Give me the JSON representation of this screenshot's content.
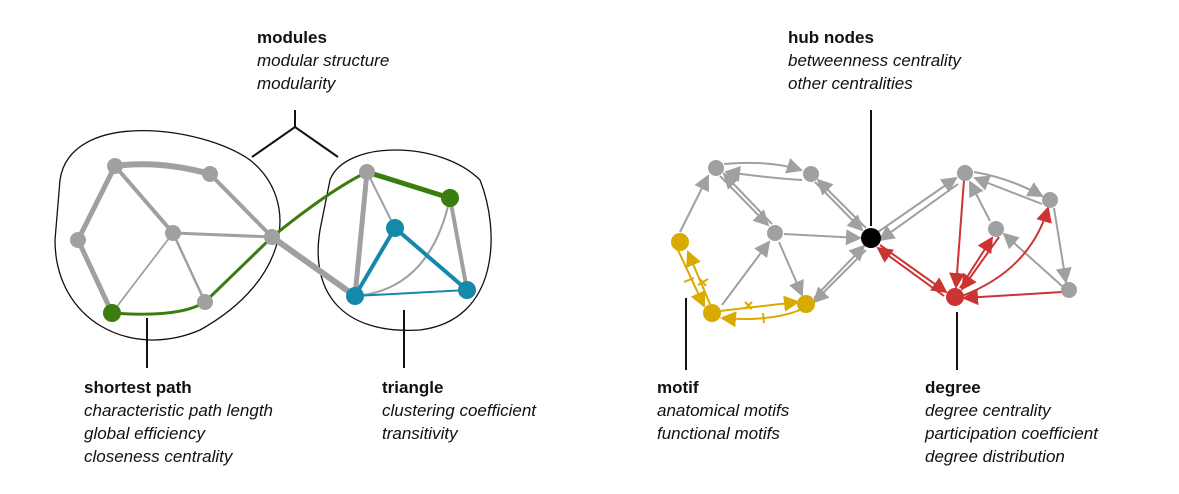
{
  "modules": {
    "title": "modules",
    "lines": [
      "modular structure",
      "modularity"
    ]
  },
  "shortest_path": {
    "title": "shortest path",
    "lines": [
      "characteristic path length",
      "global efficiency",
      "closeness centrality"
    ]
  },
  "triangle": {
    "title": "triangle",
    "lines": [
      "clustering coefficient",
      "transitivity"
    ]
  },
  "hub_nodes": {
    "title": "hub nodes",
    "lines": [
      "betweenness centrality",
      "other centralities"
    ]
  },
  "motif": {
    "title": "motif",
    "lines": [
      "anatomical motifs",
      "functional motifs"
    ]
  },
  "degree": {
    "title": "degree",
    "lines": [
      "degree centrality",
      "participation coefficient",
      "degree distribution"
    ]
  },
  "colors": {
    "gray": "#a0a0a0",
    "green": "#3a7d0f",
    "blue": "#1589aa",
    "yellow": "#d9aa00",
    "red": "#cc3333",
    "hub": "#000000"
  }
}
